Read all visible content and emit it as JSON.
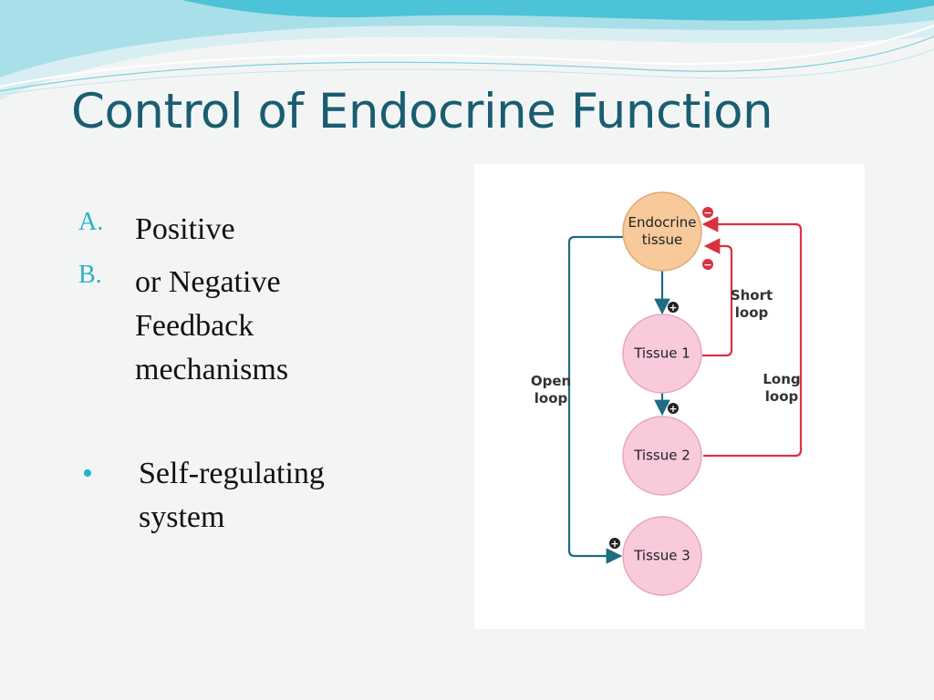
{
  "slide": {
    "title": "Control of Endocrine Function",
    "bullets": [
      {
        "marker": "A.",
        "text": "Positive"
      },
      {
        "marker": "B.",
        "text": "or Negative\nFeedback\nmechanisms"
      },
      {
        "marker": "•",
        "text": "Self-regulating\nsystem"
      }
    ]
  },
  "diagram": {
    "nodes": [
      {
        "id": "endocrine",
        "label": "Endocrine\ntissue"
      },
      {
        "id": "tissue1",
        "label": "Tissue 1"
      },
      {
        "id": "tissue2",
        "label": "Tissue 2"
      },
      {
        "id": "tissue3",
        "label": "Tissue 3"
      }
    ],
    "loops": [
      {
        "id": "short",
        "label": "Short\nloop"
      },
      {
        "id": "long",
        "label": "Long\nloop"
      },
      {
        "id": "open",
        "label": "Open\nloop"
      }
    ],
    "signs": {
      "positive": "+",
      "negative": "−"
    },
    "colors": {
      "endocrine_fill": "#f8c99a",
      "tissue_fill": "#f9c9dc",
      "node_stroke": "#e6a7bd",
      "negative_loop": "#d9323f",
      "open_loop": "#1f6b84",
      "title": "#1a5d70",
      "marker": "#2bb1c6"
    }
  }
}
